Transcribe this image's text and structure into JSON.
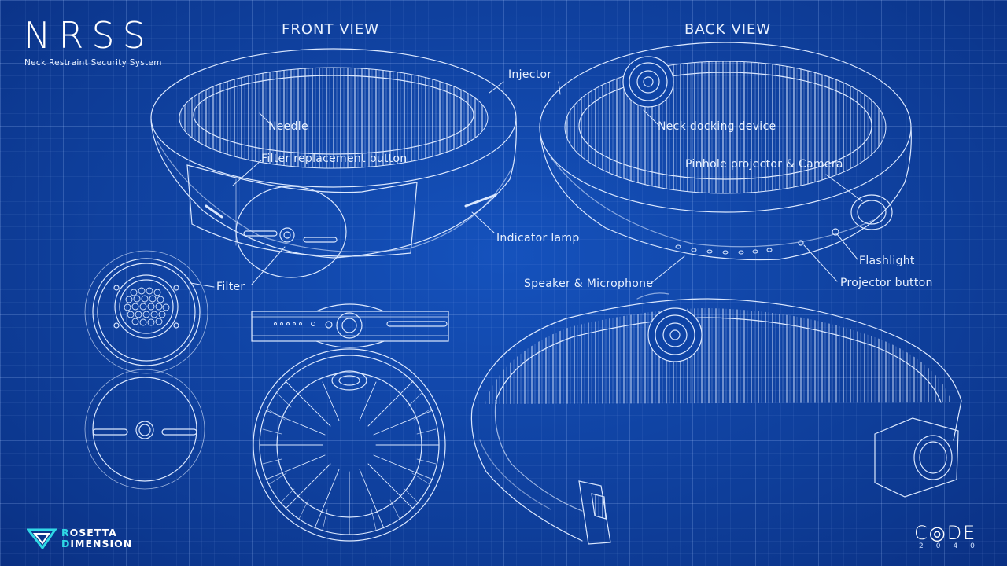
{
  "header": {
    "title": "NRSS",
    "subtitle": "Neck Restraint Security System"
  },
  "views": {
    "front": "FRONT VIEW",
    "back": "BACK VIEW"
  },
  "labels": {
    "needle": "Needle",
    "filter_replacement_button": "Filter replacement button",
    "injector": "Injector",
    "indicator_lamp": "Indicator lamp",
    "filter": "Filter",
    "neck_docking_device": "Neck docking device",
    "pinhole_projector_camera": "Pinhole projector & Camera",
    "flashlight": "Flashlight",
    "speaker_microphone": "Speaker & Microphone",
    "projector_button": "Projector button"
  },
  "logos": {
    "rosetta_1": "OSETTA",
    "rosetta_1_initial": "R",
    "rosetta_2": "IMENSION",
    "rosetta_2_initial": "D",
    "code_main": "C◎DE",
    "code_sub": "2040"
  },
  "colors": {
    "background": "#0f44a6",
    "line": "#dbe8ff",
    "accent": "#2fd9e6"
  }
}
